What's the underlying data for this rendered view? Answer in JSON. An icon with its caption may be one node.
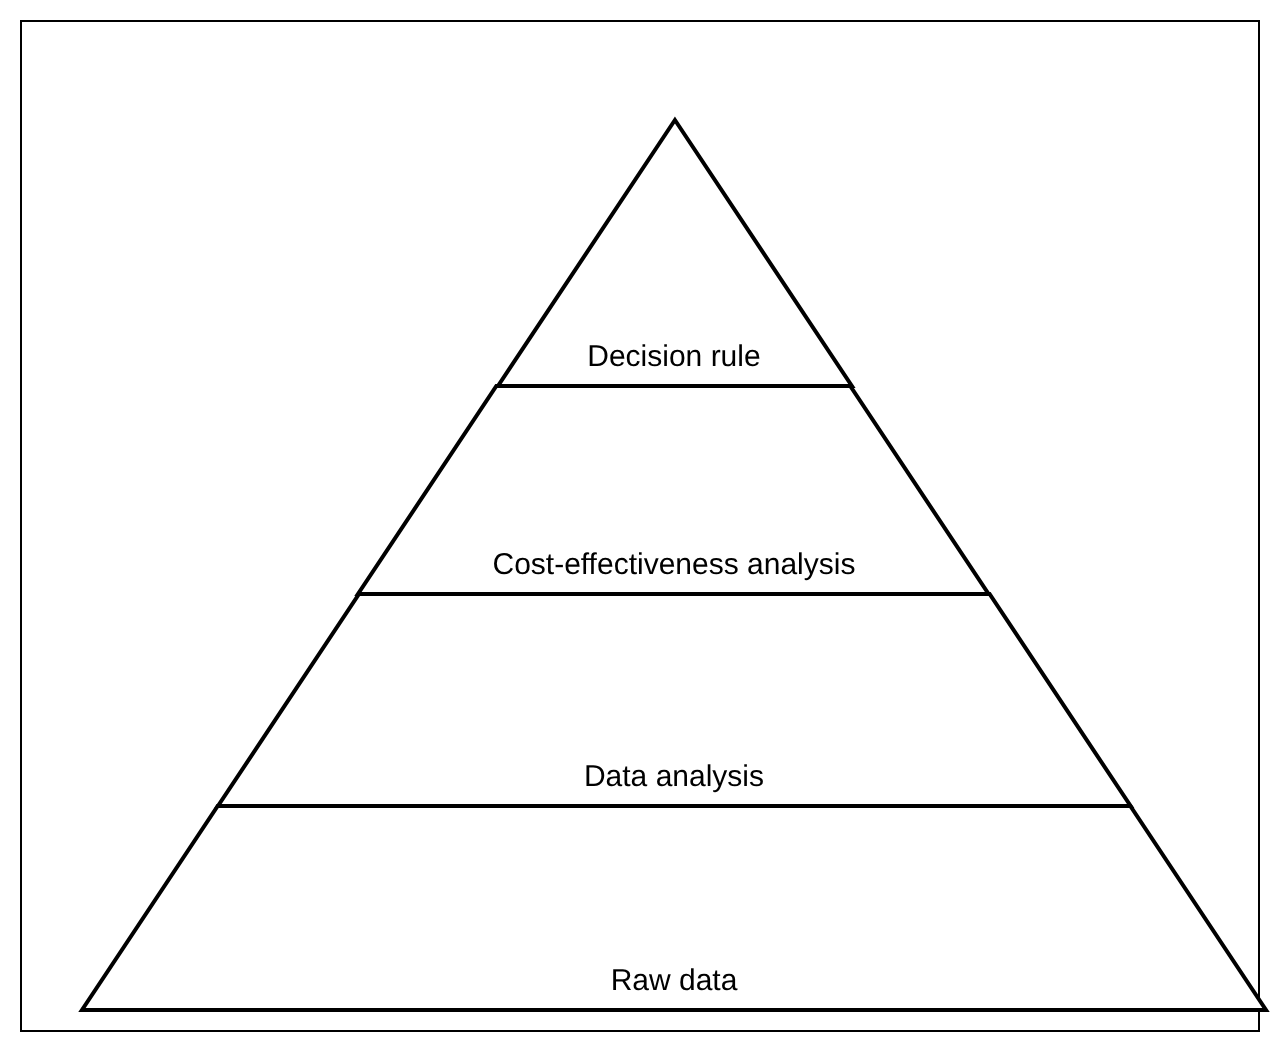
{
  "diagram": {
    "nodes": [
      {
        "text": [
          "Decision rule"
        ]
      },
      {
        "text": [
          "Cost-effectiveness analysis"
        ]
      },
      {
        "text": [
          "Data analysis"
        ]
      },
      {
        "text": [
          "Raw data"
        ]
      }
    ]
  }
}
